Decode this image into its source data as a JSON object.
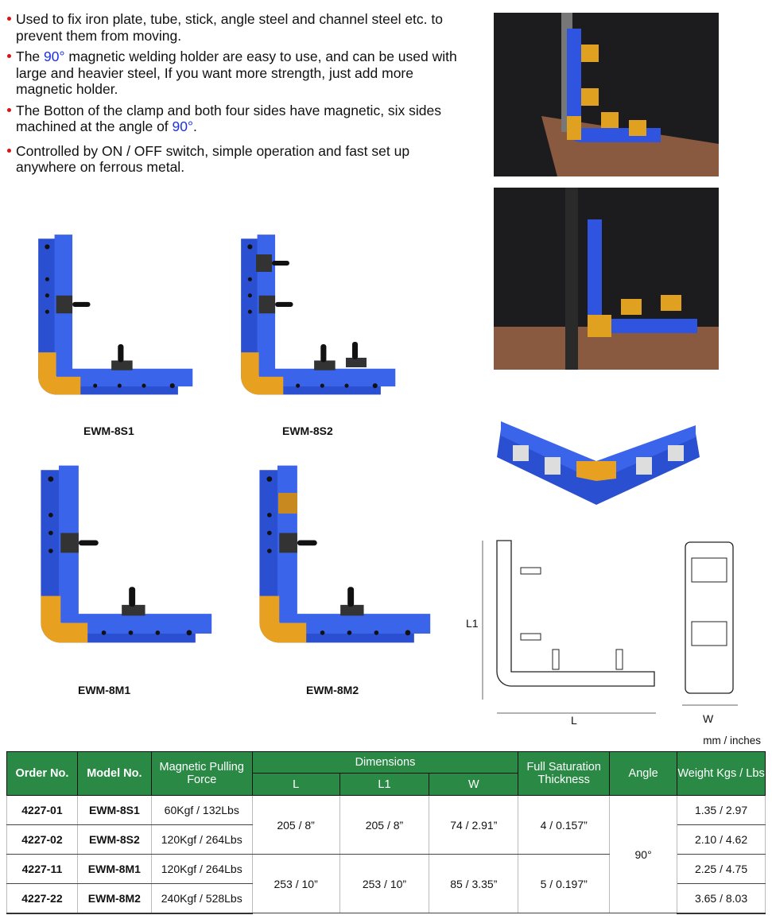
{
  "bullets": [
    {
      "pre": "Used to fix iron plate, tube, stick, angle steel and channel steel etc. to prevent them from moving.",
      "hl": "",
      "post": ""
    },
    {
      "pre": "The ",
      "hl": "90°",
      "post": " magnetic welding holder are easy to use, and can be used with large and heavier steel, If you want more strength, just add more magnetic holder."
    },
    {
      "pre": "The Botton of the clamp and both four sides have magnetic, six sides machined at the angle of ",
      "hl": "90°",
      "post": "."
    },
    {
      "pre": "Controlled by ON / OFF switch, simple operation and fast set up anywhere on ferrous metal.",
      "hl": "",
      "post": ""
    }
  ],
  "products": [
    "EWM-8S1",
    "EWM-8S2",
    "EWM-8M1",
    "EWM-8M2"
  ],
  "diagram": {
    "l1": "L1",
    "l": "L",
    "w": "W"
  },
  "units": "mm / inches",
  "table": {
    "headers": {
      "order": "Order No.",
      "model": "Model No.",
      "force": "Magnetic Pulling Force",
      "dims": "Dimensions",
      "l": "L",
      "l1": "L1",
      "w": "W",
      "thick": "Full Saturation Thickness",
      "angle": "Angle",
      "weight": "Weight Kgs / Lbs"
    },
    "rows": [
      {
        "order": "4227-01",
        "model": "EWM-8S1",
        "force": "60Kgf / 132Lbs",
        "weight": "1.35 / 2.97"
      },
      {
        "order": "4227-02",
        "model": "EWM-8S2",
        "force": "120Kgf / 264Lbs",
        "weight": "2.10 / 4.62"
      },
      {
        "order": "4227-11",
        "model": "EWM-8M1",
        "force": "120Kgf / 264Lbs",
        "weight": "2.25 / 4.75"
      },
      {
        "order": "4227-22",
        "model": "EWM-8M2",
        "force": "240Kgf / 528Lbs",
        "weight": "3.65 / 8.03"
      }
    ],
    "groups": [
      {
        "l": "205 / 8”",
        "l1": "205 / 8”",
        "w": "74 / 2.91”",
        "thick": "4 / 0.157”"
      },
      {
        "l": "253 / 10”",
        "l1": "253 / 10”",
        "w": "85 / 3.35”",
        "thick": "5 / 0.197”"
      }
    ],
    "angle": "90°"
  }
}
